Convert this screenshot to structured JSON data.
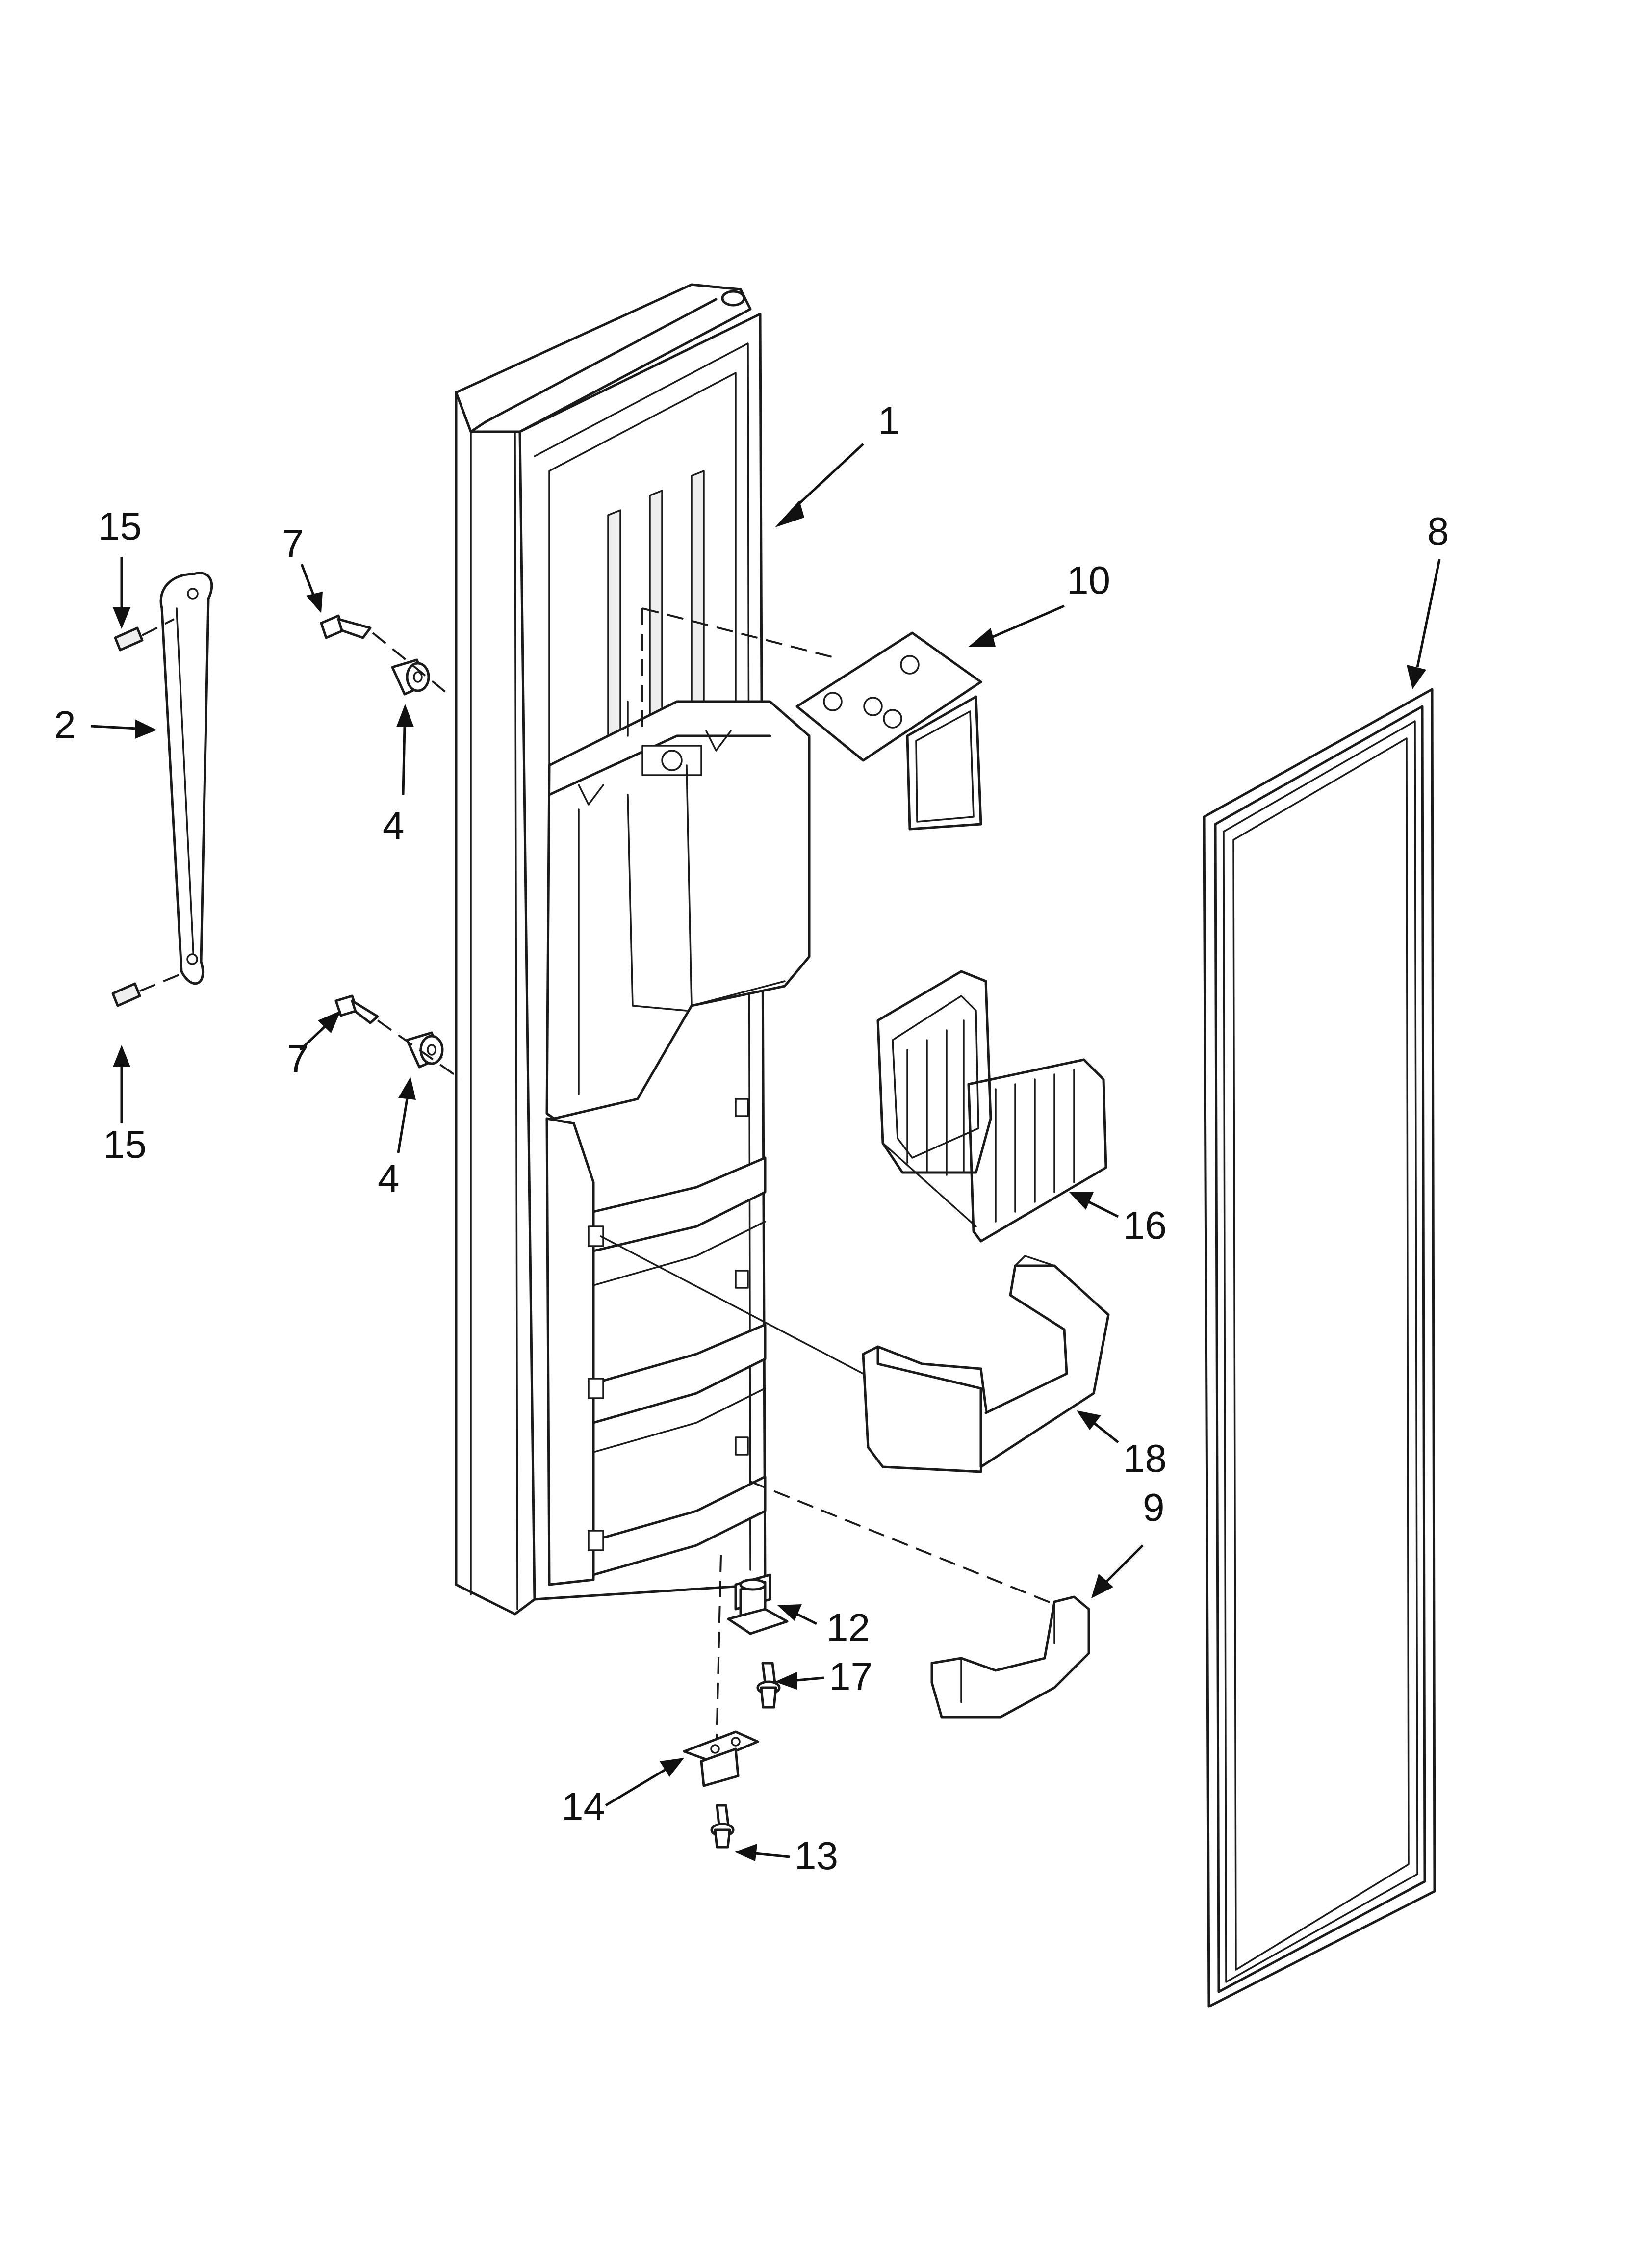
{
  "labels": {
    "p1": "1",
    "p2": "2",
    "p4a": "4",
    "p4b": "4",
    "p7a": "7",
    "p7b": "7",
    "p8": "8",
    "p9": "9",
    "p10": "10",
    "p12": "12",
    "p13": "13",
    "p14": "14",
    "p15a": "15",
    "p15b": "15",
    "p16": "16",
    "p17": "17",
    "p18": "18"
  }
}
